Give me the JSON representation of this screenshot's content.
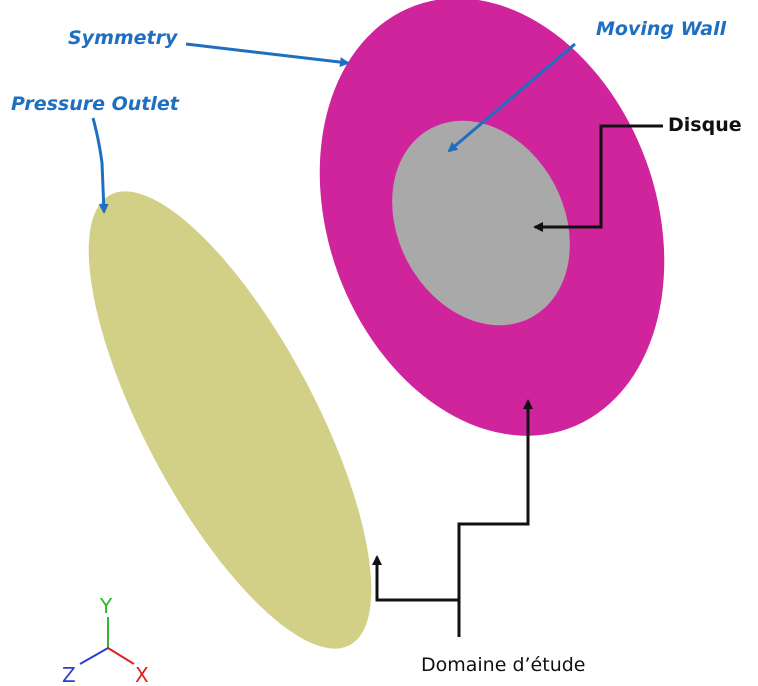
{
  "labels": {
    "symmetry": "Symmetry",
    "moving_wall": "Moving Wall",
    "pressure_outlet": "Pressure Outlet",
    "disque": "Disque",
    "domaine": "Domaine d’étude"
  },
  "triad": {
    "y": "Y",
    "z": "Z",
    "x": "X"
  },
  "colors": {
    "outlet_disc": "#d2d086",
    "symmetry_ring": "#d0249d",
    "moving_wall_disc": "#a9a9a9",
    "label_blue": "#1f6fc1",
    "axis_y": "#2fb52f",
    "axis_z": "#2a3fd0",
    "axis_x": "#e02020"
  }
}
